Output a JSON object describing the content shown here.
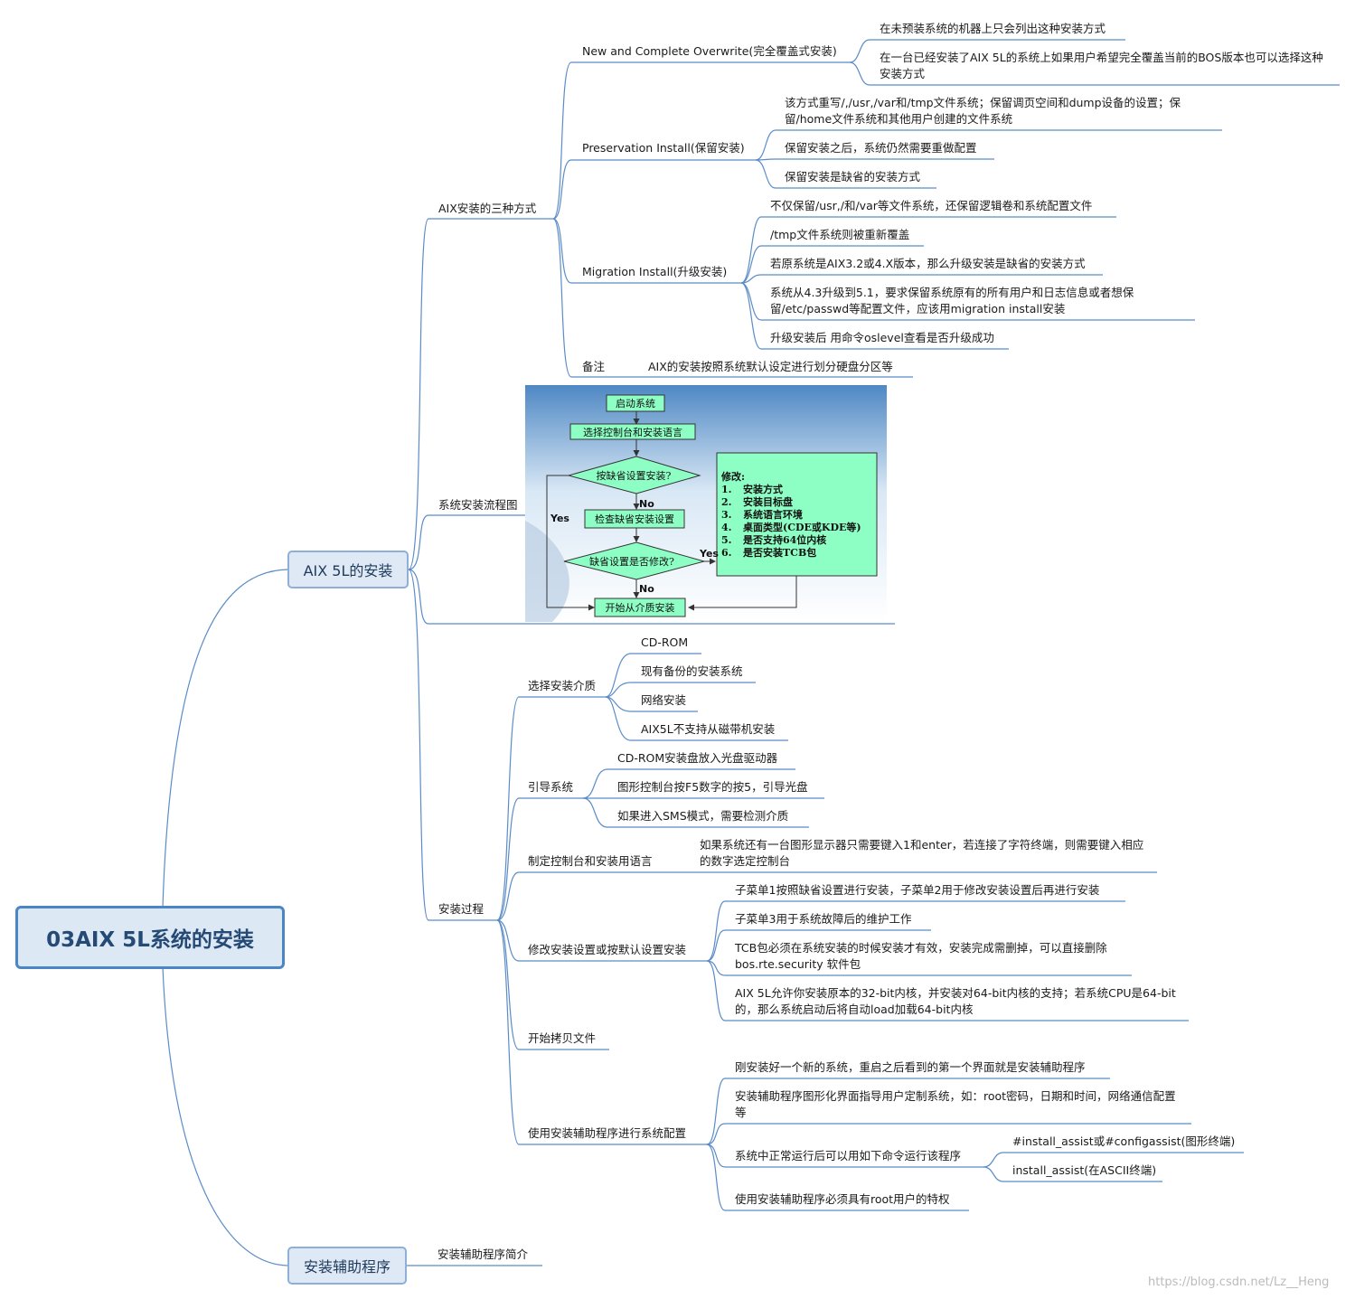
{
  "root": "03AIX 5L系统的安装",
  "watermark": "https://blog.csdn.net/Lz__Heng",
  "colors": {
    "line": "#5b8cc8",
    "root_border": "#4a86c5",
    "box_fill": "#dfe9f5",
    "flow_box": "#8effc4"
  },
  "b1": {
    "label": "AIX 5L的安装",
    "modes": {
      "label": "AIX安装的三种方式",
      "overwrite": {
        "label": "New and Complete Overwrite(完全覆盖式安装)",
        "items": [
          "在未预装系统的机器上只会列出这种安装方式",
          "在一台已经安装了AIX 5L的系统上如果用户希望完全覆盖当前的BOS版本也可以选择这种安装方式"
        ]
      },
      "preservation": {
        "label": "Preservation Install(保留安装)",
        "items": [
          "该方式重写/,/usr,/var和/tmp文件系统；保留调页空间和dump设备的设置；保留/home文件系统和其他用户创建的文件系统",
          "保留安装之后，系统仍然需要重做配置",
          "保留安装是缺省的安装方式"
        ]
      },
      "migration": {
        "label": "Migration Install(升级安装)",
        "items": [
          "不仅保留/usr,/和/var等文件系统，还保留逻辑卷和系统配置文件",
          "/tmp文件系统则被重新覆盖",
          "若原系统是AIX3.2或4.X版本，那么升级安装是缺省的安装方式",
          "系统从4.3升级到5.1，要求保留系统原有的所有用户和日志信息或者想保留/etc/passwd等配置文件，应该用migration install安装",
          "升级安装后 用命令oslevel查看是否升级成功"
        ]
      },
      "note": {
        "label": "备注",
        "text": "AIX的安装按照系统默认设定进行划分硬盘分区等"
      }
    },
    "flow": {
      "label": "系统安装流程图",
      "start": "启动系统",
      "select": "选择控制台和安装语言",
      "q1": "按缺省设置安装?",
      "check": "检查缺省安装设置",
      "q2": "缺省设置是否修改?",
      "begin": "开始从介质安装",
      "yes": "Yes",
      "no": "No",
      "mod_title": "修改:",
      "mods": [
        "安装方式",
        "安装目标盘",
        "系统语言环境",
        "桌面类型(CDE或KDE等)",
        "是否支持64位内核",
        "是否安装TCB包"
      ]
    },
    "process": {
      "label": "安装过程",
      "media": {
        "label": "选择安装介质",
        "items": [
          "CD-ROM",
          "现有备份的安装系统",
          "网络安装",
          "AIX5L不支持从磁带机安装"
        ]
      },
      "boot": {
        "label": "引导系统",
        "items": [
          "CD-ROM安装盘放入光盘驱动器",
          "图形控制台按F5数字的按5，引导光盘",
          "如果进入SMS模式，需要检测介质"
        ]
      },
      "console": {
        "label": "制定控制台和安装用语言",
        "items": [
          "如果系统还有一台图形显示器只需要键入1和enter，若连接了字符终端，则需要键入相应的数字选定控制台"
        ]
      },
      "modify": {
        "label": "修改安装设置或按默认设置安装",
        "items": [
          "子菜单1按照缺省设置进行安装，子菜单2用于修改安装设置后再进行安装",
          "子菜单3用于系统故障后的维护工作",
          "TCB包必须在系统安装的时候安装才有效，安装完成需删掉，可以直接删除bos.rte.security 软件包",
          "AIX 5L允许你安装原本的32-bit内核，并安装对64-bit内核的支持；若系统CPU是64-bit的，那么系统启动后将自动load加载64-bit内核"
        ]
      },
      "copy": {
        "label": "开始拷贝文件"
      },
      "assist": {
        "label": "使用安装辅助程序进行系统配置",
        "items": [
          "刚安装好一个新的系统，重启之后看到的第一个界面就是安装辅助程序",
          "安装辅助程序图形化界面指导用户定制系统，如：root密码，日期和时间，网络通信配置等",
          "系统中正常运行后可以用如下命令运行该程序",
          "使用安装辅助程序必须具有root用户的特权"
        ],
        "commands": [
          "#install_assist或#configassist(图形终端)",
          "install_assist(在ASCII终端)"
        ]
      }
    }
  },
  "b2": {
    "label": "安装辅助程序",
    "items": [
      "安装辅助程序简介"
    ]
  }
}
